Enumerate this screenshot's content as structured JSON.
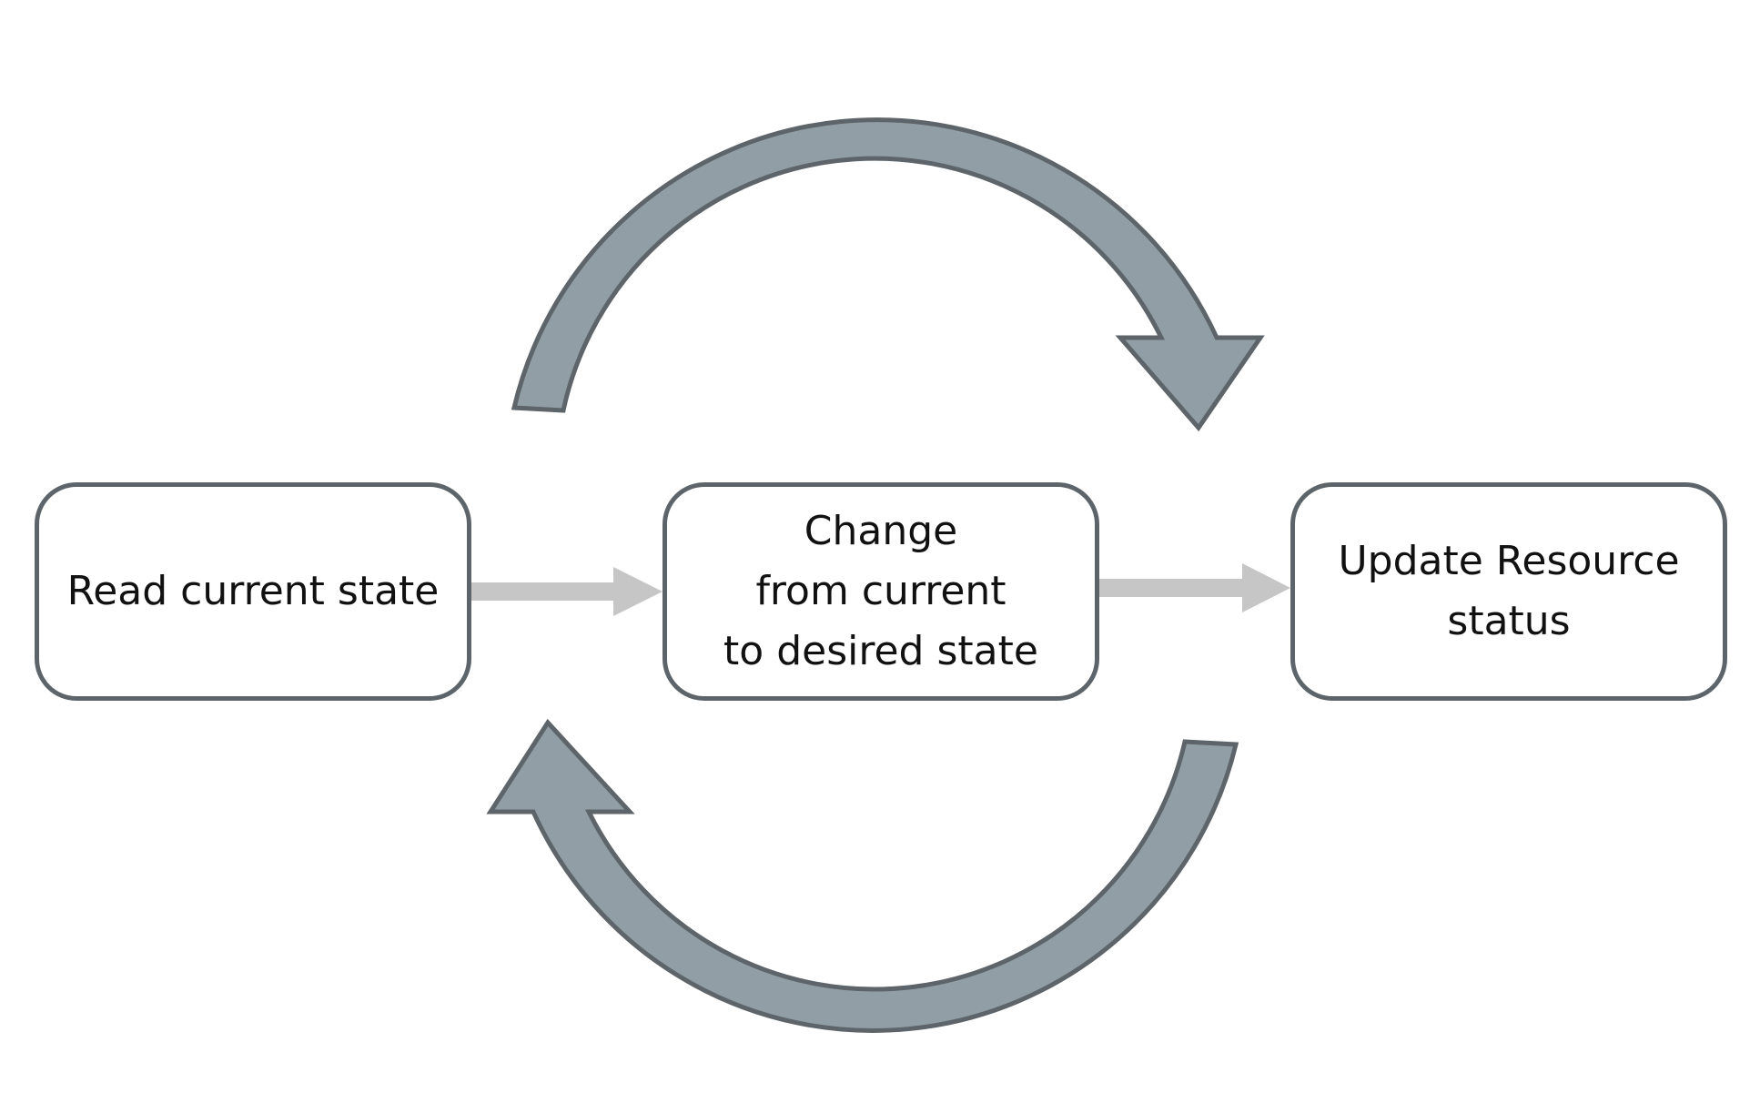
{
  "diagram": {
    "steps": [
      {
        "label": "Read current state"
      },
      {
        "label": "Change\nfrom current\nto desired state"
      },
      {
        "label": "Update Resource\nstatus"
      }
    ],
    "colors": {
      "loop_arrow_fill": "#919ea5",
      "loop_arrow_stroke": "#5d656b",
      "connector_arrow": "#c6c6c6",
      "box_border": "#5d656b",
      "box_fill": "#ffffff",
      "text": "#111111"
    }
  }
}
